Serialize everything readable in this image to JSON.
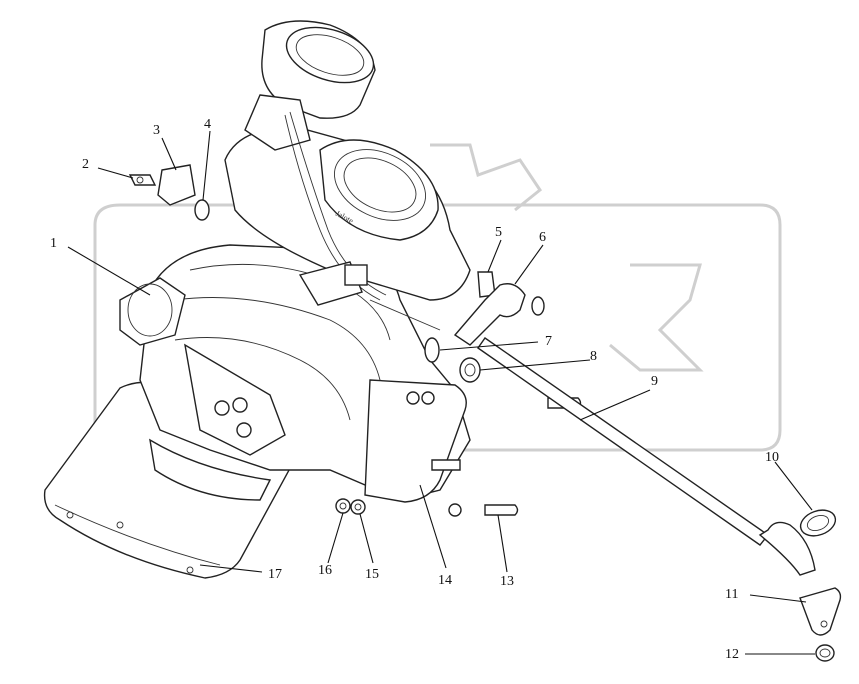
{
  "diagram": {
    "callouts": [
      {
        "id": "1",
        "label": "1"
      },
      {
        "id": "2",
        "label": "2"
      },
      {
        "id": "3",
        "label": "3"
      },
      {
        "id": "4",
        "label": "4"
      },
      {
        "id": "5",
        "label": "5"
      },
      {
        "id": "6",
        "label": "6"
      },
      {
        "id": "7",
        "label": "7"
      },
      {
        "id": "8",
        "label": "8"
      },
      {
        "id": "9",
        "label": "9"
      },
      {
        "id": "10",
        "label": "10"
      },
      {
        "id": "11",
        "label": "11"
      },
      {
        "id": "12",
        "label": "12"
      },
      {
        "id": "13",
        "label": "13"
      },
      {
        "id": "14",
        "label": "14"
      },
      {
        "id": "15",
        "label": "15"
      },
      {
        "id": "16",
        "label": "16"
      },
      {
        "id": "17",
        "label": "17"
      }
    ],
    "housing_text": "Jalote",
    "watermark_icon": "gear-watermark-icon"
  }
}
